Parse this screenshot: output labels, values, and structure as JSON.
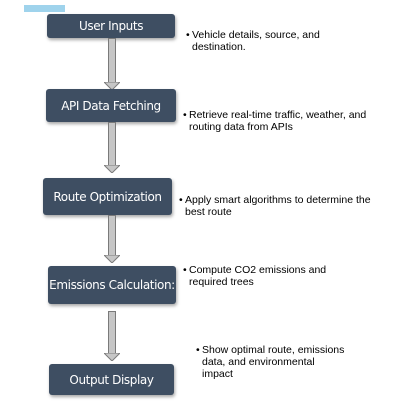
{
  "steps": [
    {
      "label": "User Inputs",
      "note": "Vehicle details, source, and\ndestination."
    },
    {
      "label": "API Data Fetching",
      "note": "Retrieve real-time traffic, weather, and\nrouting data from APIs"
    },
    {
      "label": "Route Optimization",
      "note": "Apply smart algorithms to determine the\nbest route"
    },
    {
      "label": "Emissions Calculation:",
      "note": "Compute CO2 emissions and\nrequired trees"
    },
    {
      "label": "Output Display",
      "note": "Show optimal route, emissions\ndata, and environmental\nimpact"
    }
  ],
  "bullet": "•",
  "colors": {
    "box": "#3e4e62",
    "accent_bar": "#9fd3ec",
    "arrow_fill": "#c6c6c6"
  }
}
